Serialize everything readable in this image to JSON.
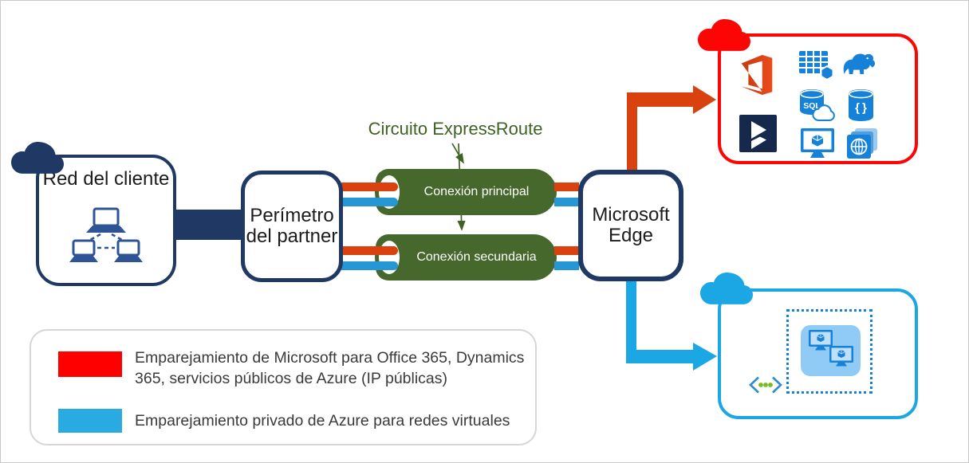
{
  "nodes": {
    "customer": {
      "label": "Red del cliente"
    },
    "partner": {
      "label": "Perímetro del partner"
    },
    "edge": {
      "label": "Microsoft Edge"
    },
    "circuit": {
      "label": "Circuito ExpressRoute"
    },
    "primary_connection": {
      "label": "Conexión principal"
    },
    "secondary_connection": {
      "label": "Conexión secundaria"
    }
  },
  "public_services_cloud": {
    "icons": [
      "office-365",
      "table-storage",
      "hdinsight",
      "dynamics-365",
      "sql-database",
      "cosmos-db",
      "virtual-machine",
      "web-apps"
    ]
  },
  "private_cloud": {
    "icons": [
      "virtual-network",
      "virtual-machines"
    ]
  },
  "legend": {
    "items": [
      {
        "swatch_color": "#FF0000",
        "label": "Emparejamiento de Microsoft para Office 365, Dynamics 365, servicios públicos de Azure (IP públicas)"
      },
      {
        "swatch_color": "#29ABE2",
        "label": "Emparejamiento privado de Azure para redes virtuales"
      }
    ]
  },
  "colors": {
    "navy": "#1F3864",
    "circuit_green": "#47682D",
    "title_green": "#3E6323",
    "microsoft_peering_line": "#D9420F",
    "private_peering_line": "#2697D4",
    "legend_red": "#FF0000",
    "legend_blue": "#29ABE2",
    "azure_icon_blue": "#1581D8",
    "vnet_dot_green": "#76BC21",
    "dynamics_navy": "#16294C",
    "office_orange": "#D83B01"
  }
}
